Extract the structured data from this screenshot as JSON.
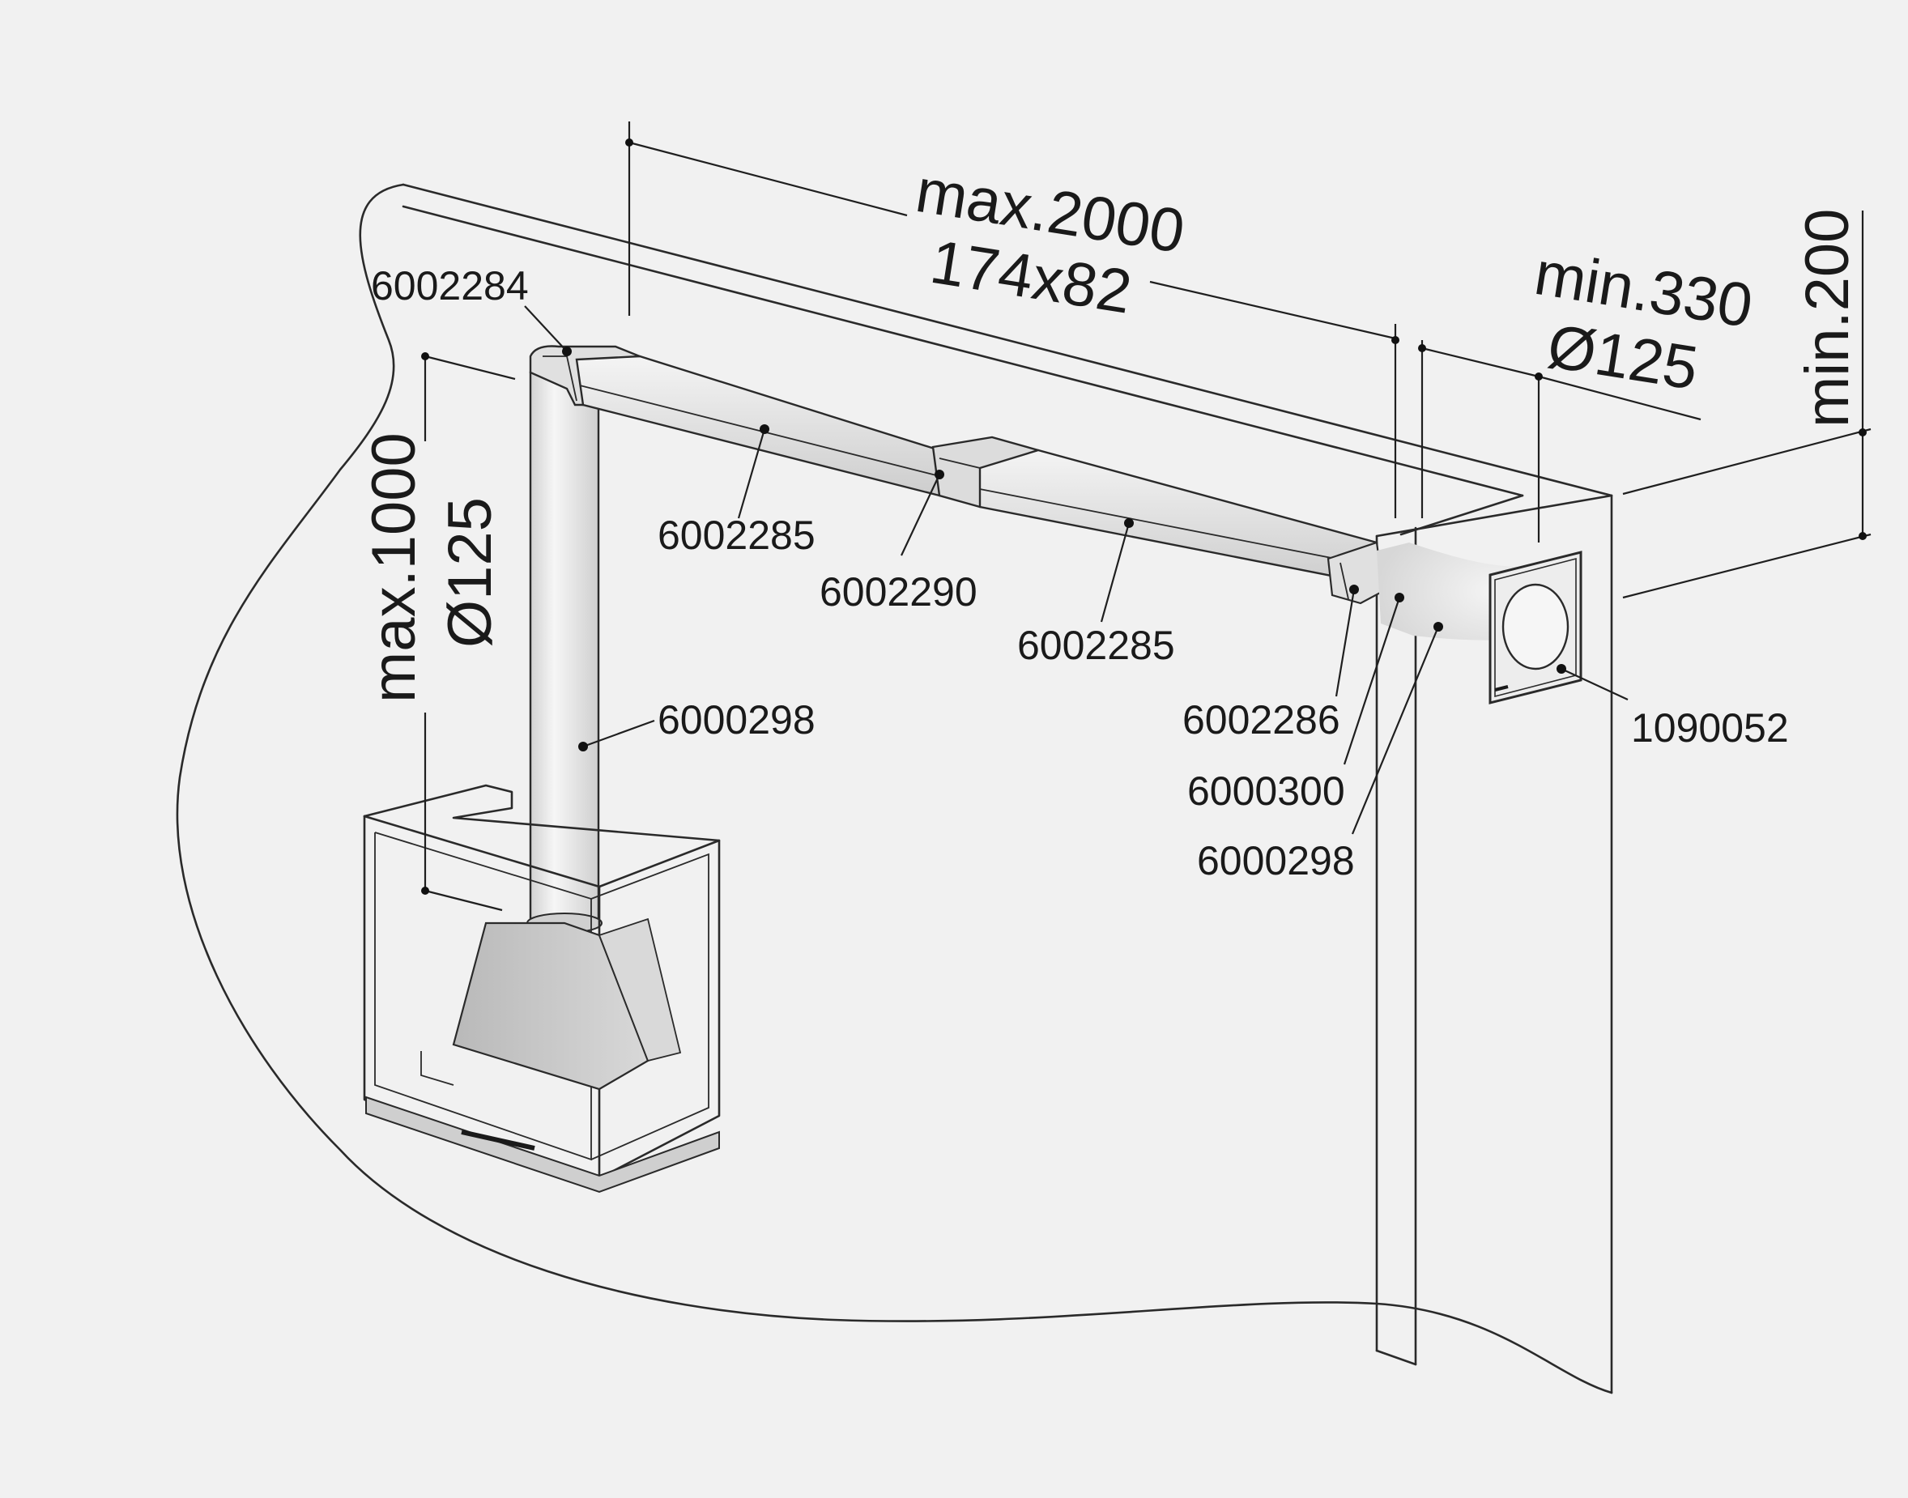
{
  "part_numbers": {
    "elbow_top": "6002284",
    "flat_duct_left": "6002285",
    "connector_middle": "6002290",
    "flat_duct_right": "6002285",
    "vertical_pipe": "6000298",
    "adapter_flat_round": "6002286",
    "round_elbow": "6000300",
    "wall_pipe": "6000298",
    "wall_grille": "1090052"
  },
  "dimensions": {
    "horizontal_length": "max.2000",
    "flat_duct_size": "174x82",
    "wall_offset": "min.330",
    "wall_pipe_diameter": "Ø125",
    "top_clearance": "min.200",
    "vertical_length": "max.1000",
    "vertical_diameter": "Ø125"
  },
  "colors": {
    "background": "#f1f1f1",
    "line": "#2a2a2a",
    "duct_fill": "#e4e4e4",
    "hood_fill": "#c8c8c8"
  }
}
